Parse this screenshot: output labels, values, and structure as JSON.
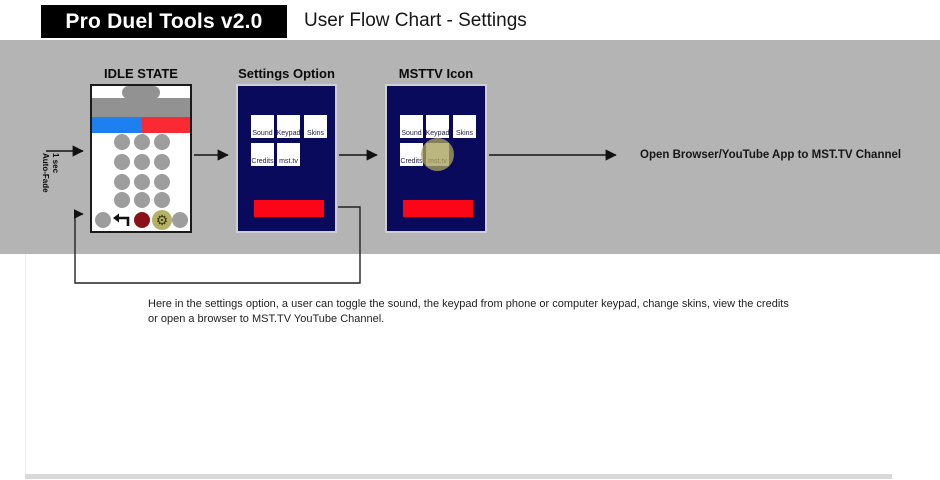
{
  "header": {
    "brand": "Pro Duel Tools v2.0",
    "title": "User Flow Chart - Settings"
  },
  "flow": {
    "auto_fade": [
      "1 sec",
      "Auto-Fade"
    ],
    "stage_labels": [
      "IDLE STATE",
      "Settings Option",
      "MSTTV Icon"
    ],
    "buttons": [
      "Sound",
      "Keypad",
      "Skins",
      "Credits",
      "mst.tv"
    ],
    "outcome": "Open Browser/YouTube App to MST.TV Channel",
    "gear_glyph": "⚙"
  },
  "description": {
    "line1": "Here in the settings option, a user can toggle the sound, the keypad from phone or computer keypad, change skins, view the credits",
    "line2": "or open a browser to MST.TV YouTube Channel."
  },
  "colors": {
    "band_gray": "#b4b4b4",
    "phone_navy": "#0a0a5c",
    "accent_red": "#fb0517",
    "banner_blue": "#1e80f0",
    "banner_red": "#fa2a35",
    "highlight_khaki": "#b5b167",
    "maroon_button": "#8a1117"
  }
}
